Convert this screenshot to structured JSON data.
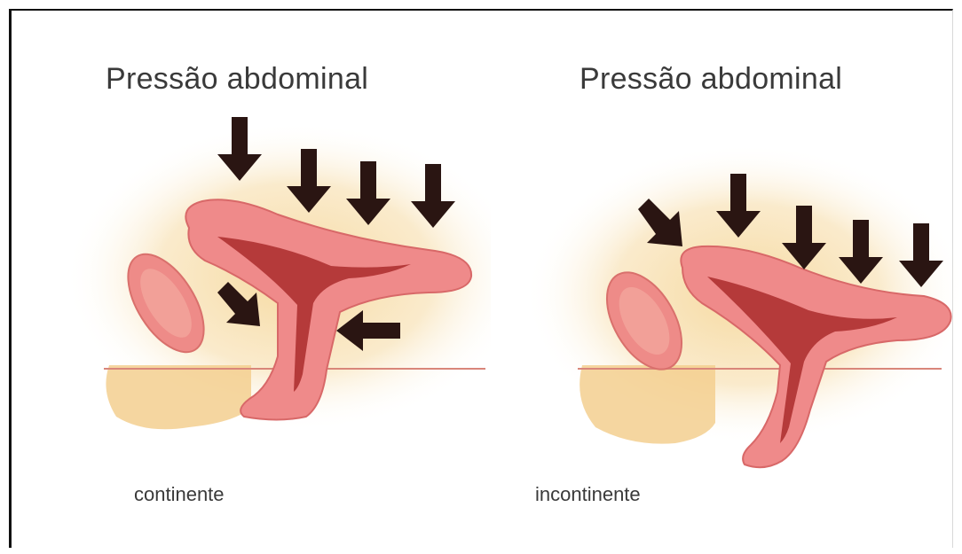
{
  "panels": [
    {
      "title": "Pressão abdominal",
      "label": "continente"
    },
    {
      "title": "Pressão abdominal",
      "label": "incontinente"
    }
  ],
  "colors": {
    "glow": "#f6dca4",
    "tissue": "#ef8a8a",
    "tissue_light": "#f7b6ad",
    "lumen": "#b8393a",
    "arrow": "#2a1512",
    "line": "#d88a7a",
    "text": "#3a3a3a"
  },
  "icons": [
    "arrow-down-icon",
    "arrow-diagonal-icon",
    "arrow-left-icon"
  ]
}
